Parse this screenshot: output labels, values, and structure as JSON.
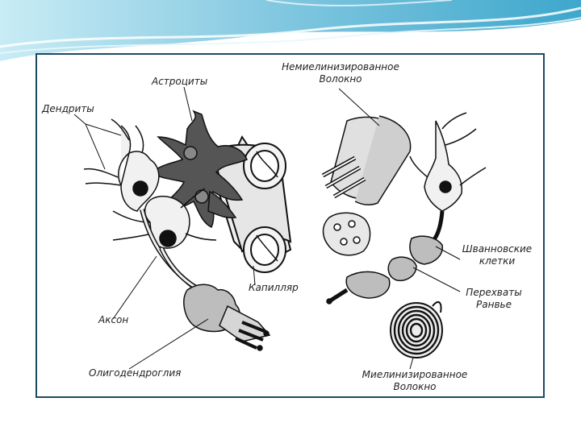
{
  "diagram": {
    "labels": {
      "astrocytes": "Астроциты",
      "dendrites": "Дендриты",
      "unmyelinated_line1": "Немиелинизированное",
      "unmyelinated_line2": "Волокно",
      "schwann_line1": "Шванновские",
      "schwann_line2": "клетки",
      "ranvier_line1": "Перехваты",
      "ranvier_line2": "Ранвье",
      "capillary": "Капилляр",
      "axon": "Аксон",
      "oligodendroglia": "Олигодендроглия",
      "myelinated_line1": "Миелинизированное",
      "myelinated_line2": "Волокно"
    },
    "colors": {
      "frame": "#1c4a63",
      "ink": "#111111",
      "astrocyte": "#555555",
      "banner": "#9fd6e8"
    }
  }
}
